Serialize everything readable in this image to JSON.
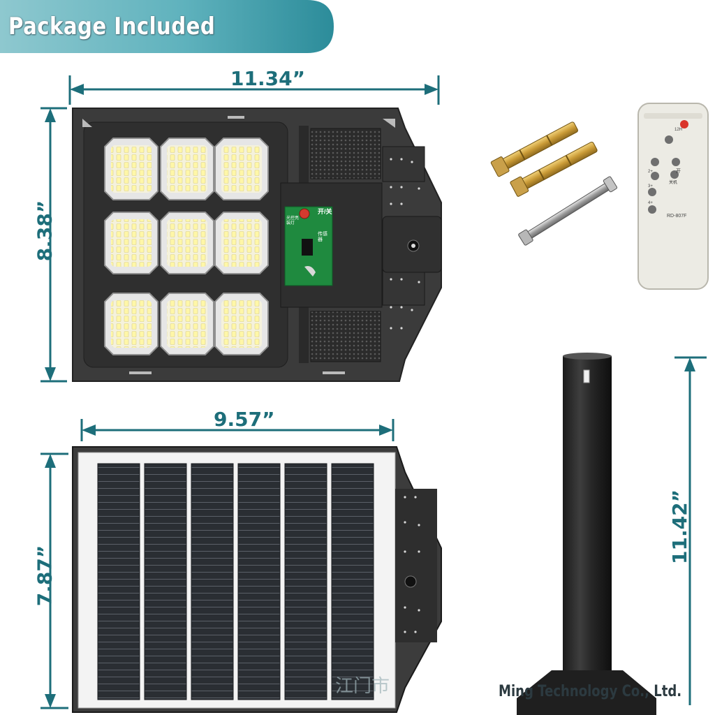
{
  "banner": {
    "title": "Package Included"
  },
  "dimensions": {
    "lamp_width": "11.34”",
    "lamp_height": "8.38”",
    "panel_width": "9.57”",
    "panel_height": "7.87”",
    "pole_height": "11.42”"
  },
  "lamp_board": {
    "switch_label": "开/关",
    "left_label": "光控亮\n装灯",
    "sensor_label": "传感\n器"
  },
  "remote": {
    "model": "RD-807F",
    "buttons": [
      "12H",
      "",
      "2+",
      "开",
      "关机",
      "3+",
      "4+",
      ""
    ]
  },
  "watermark": {
    "latin": "Ming Technology Co., Ltd.",
    "cn": "江门市"
  },
  "colors": {
    "accent": "#1d6e7a",
    "banner": "#5aa9b4",
    "lamp_body": "#3a3a3a",
    "led": "#fffbd0"
  }
}
